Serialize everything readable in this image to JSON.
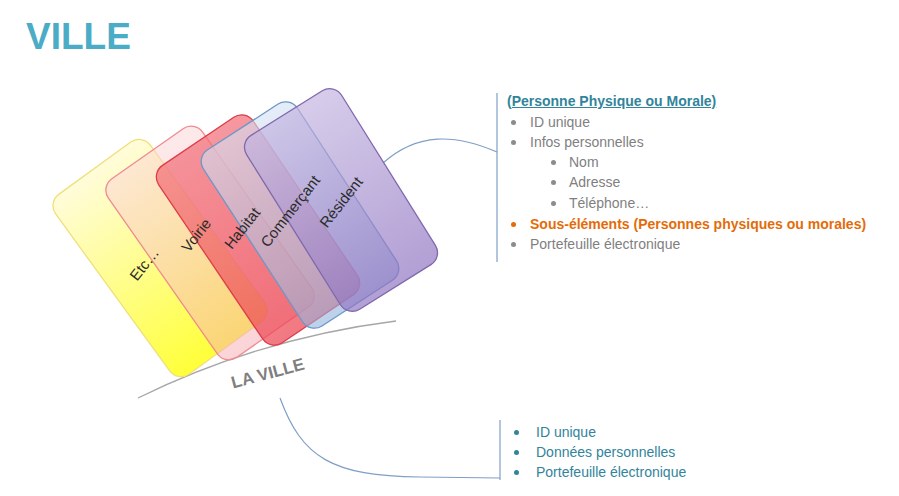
{
  "diagram": {
    "title": "VILLE",
    "nodes": [
      {
        "text": [
          "Etc…"
        ]
      },
      {
        "text": [
          "Voirie"
        ]
      },
      {
        "text": [
          "Habitat"
        ]
      },
      {
        "text": [
          "Commerçant"
        ]
      },
      {
        "text": [
          "Résident"
        ]
      }
    ],
    "labels": [
      "(Personne Physique ou Morale)",
      "ID unique",
      "Infos personnelles",
      "Nom",
      "Adresse",
      "Téléphone…",
      "Sous-éléments (Personnes physiques ou morales)",
      "Portefeuille électronique",
      "LA VILLE",
      "ID unique",
      "Données personnelles",
      "Portefeuille électronique"
    ]
  }
}
